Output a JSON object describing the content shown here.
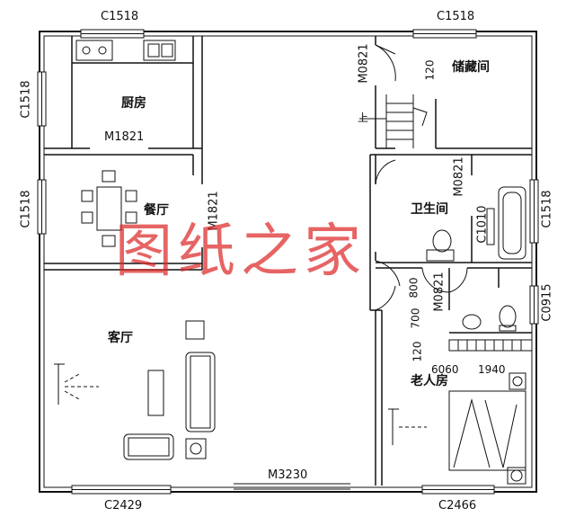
{
  "rooms": {
    "kitchen": "厨房",
    "dining": "餐厅",
    "living": "客厅",
    "storage": "储藏间",
    "bathroom": "卫生间",
    "elder_bedroom": "老人房"
  },
  "windows": {
    "top_left": "C1518",
    "top_right": "C1518",
    "left_upper": "C1518",
    "left_lower": "C1518",
    "right_middle": "C1518",
    "right_lower": "C0915",
    "bathroom_small": "C1010",
    "bottom_left": "C2429",
    "bottom_right": "C2466"
  },
  "doors": {
    "kitchen_door": "M1821",
    "dining_door": "M1821",
    "storage_door": "M0821",
    "bathroom_door": "M0821",
    "bedroom_bath_door": "M0821",
    "entrance_door": "M3230"
  },
  "dims": {
    "storage_120": "120",
    "stair_up": "上",
    "d_800": "800",
    "d_700": "700",
    "d_120b": "120",
    "d_600": "6060",
    "d_1940": "1940"
  },
  "watermark": "图纸之家"
}
